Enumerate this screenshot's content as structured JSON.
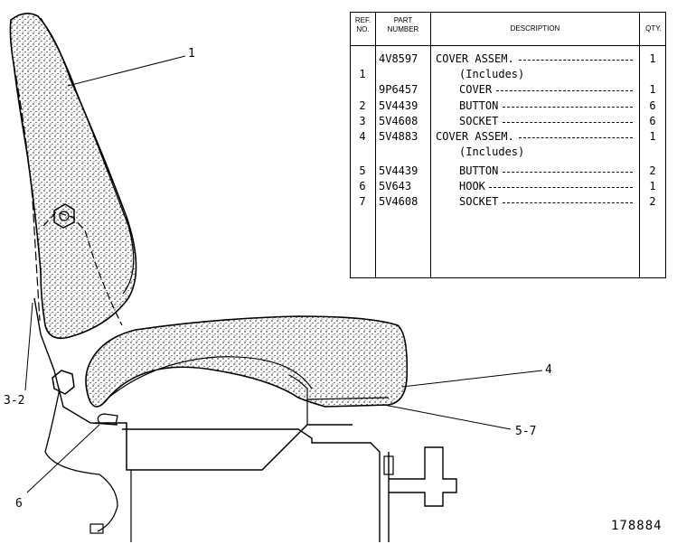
{
  "table": {
    "headers": {
      "ref": [
        "REF.",
        "NO."
      ],
      "part": [
        "PART",
        "NUMBER"
      ],
      "description": "DESCRIPTION",
      "qty": "QTY."
    },
    "rows": [
      {
        "ref": "",
        "part": "4V8597",
        "desc": "COVER ASSEM.",
        "qty": "1"
      },
      {
        "ref": "1",
        "part": "",
        "desc": "(Includes)",
        "qty": ""
      },
      {
        "ref": "",
        "part": "9P6457",
        "desc": "COVER",
        "qty": "1"
      },
      {
        "ref": "2",
        "part": "5V4439",
        "desc": "BUTTON",
        "qty": "6"
      },
      {
        "ref": "3",
        "part": "5V4608",
        "desc": "SOCKET",
        "qty": "6"
      },
      {
        "ref": "4",
        "part": "5V4883",
        "desc": "COVER ASSEM.",
        "qty": "1"
      },
      {
        "ref": "",
        "part": "",
        "desc": "(Includes)",
        "qty": ""
      },
      {
        "ref": "5",
        "part": "5V4439",
        "desc": "BUTTON",
        "qty": "2"
      },
      {
        "ref": "6",
        "part": "5V643",
        "desc": "HOOK",
        "qty": "1"
      },
      {
        "ref": "7",
        "part": "5V4608",
        "desc": "SOCKET",
        "qty": "2"
      }
    ]
  },
  "callouts": {
    "c1": "1",
    "c32": "3-2",
    "c4": "4",
    "c57": "5-7",
    "c6": "6"
  },
  "figure_number": "178884"
}
